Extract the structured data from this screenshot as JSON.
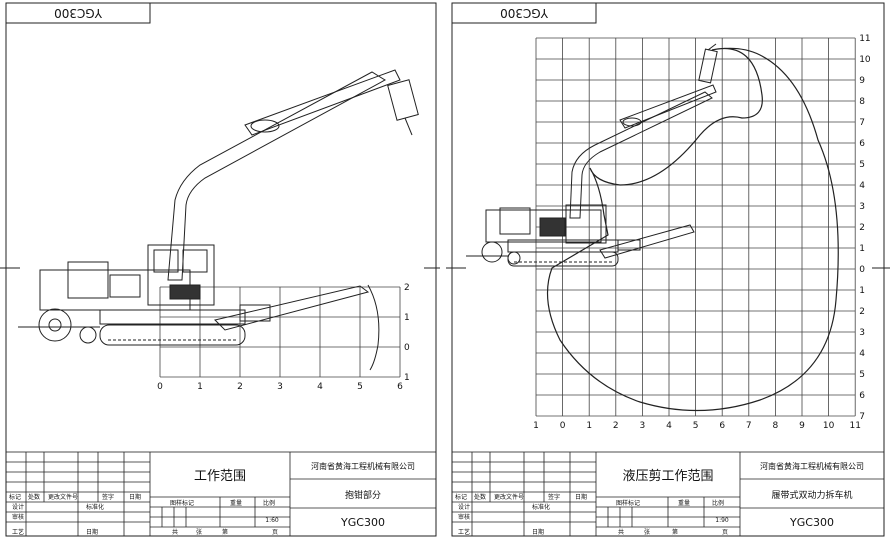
{
  "sheets": [
    {
      "code_stamp": "YGC300",
      "title_block": {
        "drawing_name": "工作范围",
        "company": "河南省黄海工程机械有限公司",
        "part_name": "抱钳部分",
        "model": "YGC300",
        "scale": "1:60",
        "labels": {
          "mark": "标记",
          "count": "处数",
          "change_doc": "更改文件号",
          "sign": "签字",
          "date": "日期",
          "design": "设计",
          "standardization": "标准化",
          "review": "审核",
          "process": "工艺",
          "date2": "日期",
          "drawing_mark": "图样标记",
          "weight": "重量",
          "ratio": "比例",
          "total": "共",
          "sheet": "张",
          "page": "第",
          "page_unit": "页"
        }
      },
      "grid": {
        "x_ticks": [
          "0",
          "1",
          "2",
          "3",
          "4",
          "5",
          "6"
        ],
        "y_ticks": [
          "2",
          "1",
          "0",
          "1"
        ]
      }
    },
    {
      "code_stamp": "YGC300",
      "title_block": {
        "drawing_name": "液压剪工作范围",
        "company": "河南省黄海工程机械有限公司",
        "part_name": "履带式双动力拆车机",
        "model": "YGC300",
        "scale": "1:90",
        "labels": {
          "mark": "标记",
          "count": "处数",
          "change_doc": "更改文件号",
          "sign": "签字",
          "date": "日期",
          "design": "设计",
          "standardization": "标准化",
          "review": "审核",
          "process": "工艺",
          "date2": "日期",
          "drawing_mark": "图样标记",
          "weight": "重量",
          "ratio": "比例",
          "total": "共",
          "sheet": "张",
          "page": "第",
          "page_unit": "页"
        }
      },
      "grid": {
        "x_ticks": [
          "1",
          "0",
          "1",
          "2",
          "3",
          "4",
          "5",
          "6",
          "7",
          "8",
          "9",
          "10",
          "11"
        ],
        "y_ticks": [
          "11",
          "10",
          "9",
          "8",
          "7",
          "6",
          "5",
          "4",
          "3",
          "2",
          "1",
          "0",
          "1",
          "2",
          "3",
          "4",
          "5",
          "6",
          "7"
        ]
      }
    }
  ]
}
